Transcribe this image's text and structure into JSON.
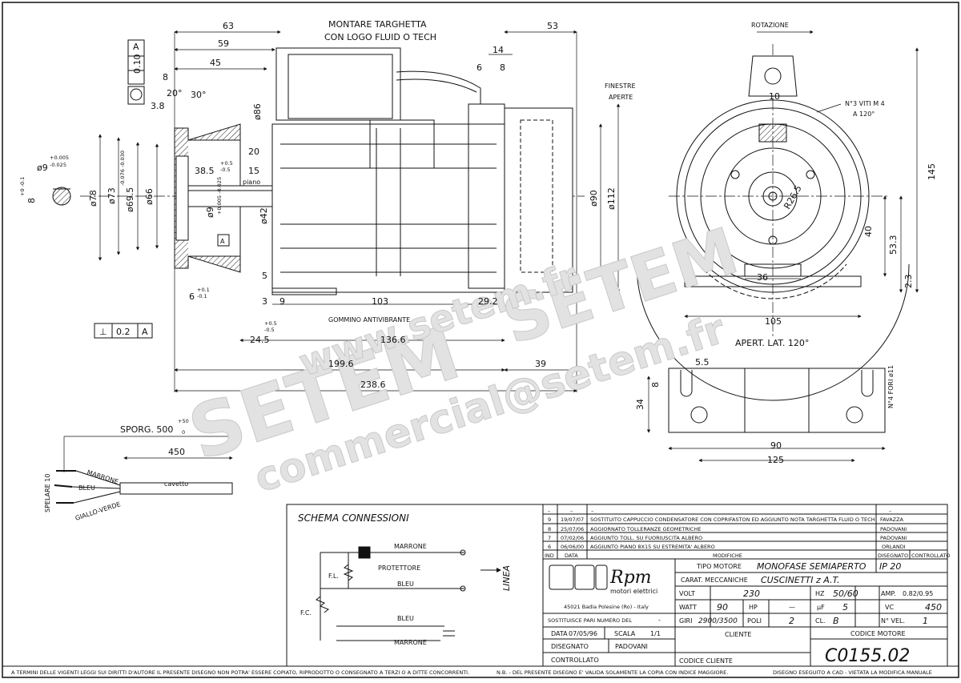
{
  "watermark": {
    "big": "SETEM",
    "url": "www.setem.fr",
    "mail": "commercial@setem.fr"
  },
  "notes": {
    "label_note_line1": "MONTARE TARGHETTA",
    "label_note_line2": "CON LOGO FLUID O TECH",
    "windows_line1": "FINESTRE",
    "windows_line2": "APERTE",
    "rotation": "ROTAZIONE",
    "screws_line1": "N°3 VITI M 4",
    "screws_line2": "A 120°",
    "rubber": "GOMMINO ANTIVIBRANTE",
    "side_opening": "APERT. LAT. 120°",
    "holes": "N°4 FORI ø11",
    "datum": "A",
    "key": "piano",
    "cable_out": "SPORG. 500",
    "cable_tol": "+50",
    "cable_tol2": "0",
    "cable_len": "450",
    "cable": "cavetto",
    "strip": "SPELARE 10",
    "wire_brown": "MARRONE",
    "wire_blue": "BLEU",
    "wire_ground": "GIALLO-VERDE"
  },
  "dims": {
    "d63": "63",
    "d59": "59",
    "d45": "45",
    "d8": "8",
    "a20": "20°",
    "a30": "30°",
    "d3_8": "3.8",
    "d53": "53",
    "d14": "14",
    "d6": "6",
    "d8b": "8",
    "phi86": "ø86",
    "d20": "20",
    "d38_5": "38.5",
    "tol_p05": "+0.5",
    "tol_m05": "-0.5",
    "d15": "15",
    "phi9": "ø9",
    "phi9_tol": "+0.005 -0.025",
    "phi9k": "ø9",
    "tol_p0005": "+0.005",
    "tol_m0025": "-0.025",
    "d8k": "8",
    "tol_01": "+0 -0.1",
    "phi78": "ø78",
    "phi73": "ø73",
    "phi69": "ø69.5",
    "phi69_tol": "-0.076 -0.030",
    "phi66": "ø66",
    "phi42": "ø42",
    "d5": "5",
    "d3": "3",
    "d9": "9",
    "d103": "103",
    "d29_2": "29.2",
    "phi90": "ø90",
    "phi112": "ø112",
    "d6b": "6",
    "tol_p01": "+0.1",
    "tol_m01": "-0.1",
    "d24_5": "24.5",
    "d136_6": "136.6",
    "d199_6": "199.6",
    "d39": "39",
    "d238_6": "238.6",
    "flat": "0.10",
    "perp": "0.2",
    "d10": "10",
    "r26_5": "R26.5",
    "d145": "145",
    "d40": "40",
    "d53_3": "53.3",
    "d2_3": "2.3",
    "d36": "36",
    "d105": "105",
    "d5_5": "5.5",
    "d8c": "8",
    "d34": "34",
    "d90": "90",
    "d125": "125"
  },
  "schema": {
    "title": "SCHEMA CONNESSIONI",
    "marrone": "MARRONE",
    "protettore": "PROTETTORE",
    "bleu": "BLEU",
    "fl": "F.L.",
    "fc": "F.C.",
    "bleu2": "BLEU",
    "marrone2": "MARRONE",
    "linea": "LINEA"
  },
  "revisions": {
    "header_ind": "IND",
    "header_data": "DATA",
    "header_mod": "MODIFICHE",
    "header_dis": "DISEGNATO",
    "header_ctrl": "CONTROLLATO",
    "rows": [
      {
        "ind": "–",
        "date": "–",
        "text": "–",
        "by": "–"
      },
      {
        "ind": "9",
        "date": "19/07/07",
        "text": "SOSTITUITO CAPPUCCIO CONDENSATORE CON COPRIFASTON ED AGGIUNTO NOTA TARGHETTA FLUID O TECH",
        "by": "FAVAZZA"
      },
      {
        "ind": "8",
        "date": "25/07/06",
        "text": "AGGIORNATO TOLLERANZE GEOMETRICHE",
        "by": "PADOVANI"
      },
      {
        "ind": "7",
        "date": "07/02/06",
        "text": "AGGIUNTO TOLL. SU FUORIUSCITA ALBERO",
        "by": "PADOVANI"
      },
      {
        "ind": "6",
        "date": "06/06/00",
        "text": "AGGIUNTO PIANO 8X15 SU ESTREMITA' ALBERO",
        "by": "ORLANDI"
      }
    ]
  },
  "title_block": {
    "brand": "Rpm",
    "brand_sub": "motori elettrici",
    "address": "45021 Badia Polesine (Ro) - Italy",
    "tipo_label": "TIPO MOTORE",
    "tipo_value": "MONOFASE SEMIAPERTO",
    "ip": "IP 20",
    "carat_label": "CARAT. MECCANICHE",
    "carat_value": "CUSCINETTI z A.T.",
    "volt_label": "VOLT",
    "volt": "230",
    "hz_label": "HZ",
    "hz": "50/60",
    "amp_label": "AMP.",
    "amp": "0.82/0.95",
    "watt_label": "WATT",
    "watt": "90",
    "hp_label": "HP",
    "hp": "—",
    "uf_label": "µF",
    "uf": "5",
    "vc_label": "VC",
    "vc": "450",
    "giri_label": "GIRI",
    "giri": "2900/3500",
    "poli_label": "POLI",
    "poli": "2",
    "cl_label": "CL.",
    "cl": "B",
    "nvel_label": "N° VEL.",
    "nvel": "1",
    "sost_label": "SOSTITUISCE PARI NUMERO DEL",
    "sost": "-",
    "data_label": "DATA",
    "data": "07/05/96",
    "scala_label": "SCALA",
    "scala": "1/1",
    "cliente_label": "CLIENTE",
    "codice_motore_label": "CODICE MOTORE",
    "disegnato_label": "DISEGNATO",
    "disegnato": "PADOVANI",
    "controllato_label": "CONTROLLATO",
    "codice_cliente_label": "CODICE CLIENTE",
    "code": "C0155.02"
  },
  "footer": {
    "left": "A TERMINI DELLE VIGENTI LEGGI SUI DIRITTI D'AUTORE IL PRESENTE DISEGNO NON POTRA' ESSERE COPIATO, RIPRODOTTO O CONSEGNATO A TERZI O A DITTE CONCORRENTI.",
    "mid": "N.B. - DEL PRESENTE DISEGNO E' VALIDA SOLAMENTE LA COPIA CON INDICE MAGGIORE.",
    "right": "DISEGNO ESEGUITO A CAD - VIETATA LA MODIFICA MANUALE"
  }
}
